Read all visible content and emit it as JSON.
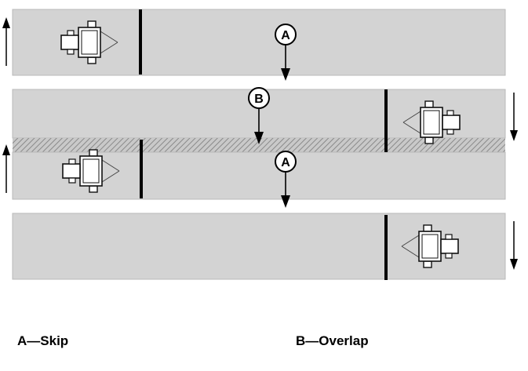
{
  "markers": {
    "skip_letter": "A",
    "overlap_letter": "B"
  },
  "legend": {
    "skip": "A—Skip",
    "overlap": "B—Overlap"
  },
  "colors": {
    "field": "#d3d3d3",
    "field_border": "#b0b0b0",
    "overlap_hatch": "#8a8a8a",
    "ink": "#000000"
  },
  "icons": [
    "tractor-icon",
    "implement-bar-icon",
    "direction-arrow-icon",
    "callout-circle-icon"
  ]
}
